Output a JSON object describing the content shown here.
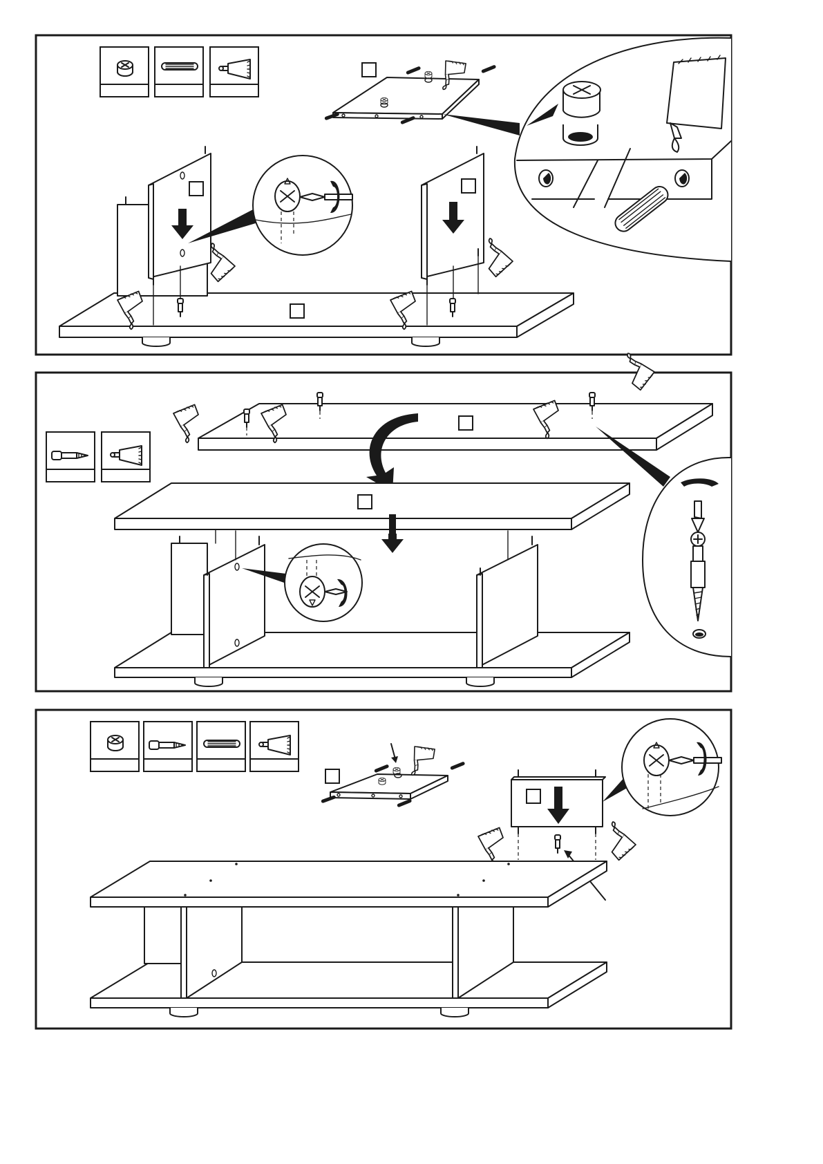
{
  "document": {
    "kind": "furniture assembly instructions page",
    "steps": [
      {
        "id": "panel-1",
        "hardware_icons": [
          {
            "icon": "cam-lock-icon",
            "qty": ""
          },
          {
            "icon": "wood-dowel-icon",
            "qty": ""
          },
          {
            "icon": "glue-tube-icon",
            "qty": ""
          }
        ],
        "part_labels": [
          "",
          "",
          "",
          ""
        ]
      },
      {
        "id": "panel-2",
        "hardware_icons": [
          {
            "icon": "cam-bolt-icon",
            "qty": ""
          },
          {
            "icon": "glue-tube-icon",
            "qty": ""
          }
        ],
        "part_labels": [
          "",
          ""
        ]
      },
      {
        "id": "panel-3",
        "hardware_icons": [
          {
            "icon": "cam-lock-icon",
            "qty": ""
          },
          {
            "icon": "cam-bolt-icon",
            "qty": ""
          },
          {
            "icon": "wood-dowel-icon",
            "qty": ""
          },
          {
            "icon": "glue-tube-icon",
            "qty": ""
          }
        ],
        "part_labels": [
          "",
          ""
        ]
      }
    ],
    "colors": {
      "ink": "#1a1a1a",
      "paper": "#ffffff"
    }
  }
}
